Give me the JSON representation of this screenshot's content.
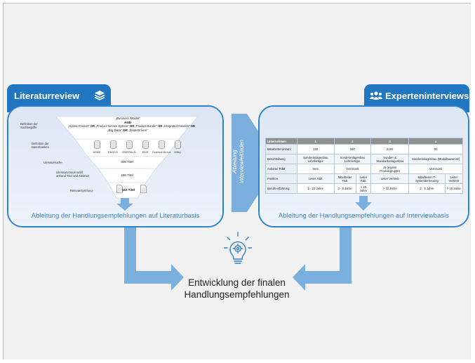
{
  "literature": {
    "tab_label": "Literaturreview",
    "tab_icon": "stack-icon",
    "rows": {
      "definition_search_terms": {
        "label": "Definition der Suchbegriffe",
        "line1": "„Business Model\"",
        "line2": "AND",
        "line3_parts": [
          "„Hybrid Product\"",
          "OR",
          "„Product Service System\"",
          "OR",
          "„Product Bundle\"",
          "OR",
          "„Integrated Solution\"",
          "OR"
        ],
        "line4_parts": [
          "„Big Data\"",
          "OR",
          "„Data-Driven\""
        ]
      },
      "definition_databases": {
        "label": "Definition der Datenbanken",
        "databases": [
          "ASME",
          "EBSCO",
          "EMERALD",
          "IEEE",
          "Science Direct",
          "Wiley"
        ]
      },
      "literature_search": {
        "label": "Literatursuche",
        "value": "508 Titel"
      },
      "preselection": {
        "label": "Literaturvoraus-wahl anhand Titel und Abstract",
        "value": "298 Titel"
      },
      "relevance_check": {
        "label": "Relevanzprüfung",
        "value": "110 Titel"
      }
    },
    "footer": "Ableitung der Handlungsempfehlungen auf Literaturbasis"
  },
  "middle_arrow_label": [
    "Ableitung",
    "Interviewleitfaden"
  ],
  "interviews": {
    "tab_label": "Experteninterviews",
    "tab_icon": "people-icon",
    "table": {
      "header": [
        "Unternehmen",
        "1",
        "2",
        "3",
        "4"
      ],
      "rows": [
        {
          "label": "Mitarbeiter-anzahl",
          "cells": [
            "160",
            "280",
            "2200",
            "60"
          ]
        },
        {
          "label": "Beschreibung",
          "cells": [
            "Sonderanlagenbau Lohnfertiger",
            "Sonderanlagenbau Lohnfertiger",
            "Sonder- & Standardanlagenbau",
            "Sonderanlagenbau (Modulbauweise)"
          ]
        },
        {
          "label": "Anbieter PdM",
          "cells": [
            "Nein",
            "Vereinzelt",
            "Ja (eigene Produktgruppe)",
            "Vereinzelt"
          ]
        },
        {
          "label": "Position",
          "cells": [
            "Leiter F&E",
            "Mitarbeiter F&E",
            "Leiter F&E",
            "Leiter Vertrieb",
            "Mitarbeiter IT-Systembetreuung",
            "Leiter Vertrieb"
          ]
        },
        {
          "label": "Berufs-erfahrung",
          "cells": [
            "5 - 10 Jahre",
            "2 - 5 Jahre",
            "> 15 Jahre",
            "> 10 Jahre",
            "2 - 5 Jahre",
            "> 15 Jahre"
          ]
        }
      ]
    },
    "footer": "Ableitung der Handlungsempfehlungen auf Interviewbasis"
  },
  "final": {
    "icon": "lightbulb-gear-icon",
    "line1": "Entwicklung der finalen",
    "line2": "Handlungsempfehlungen"
  },
  "colors": {
    "accent": "#2176c2",
    "arrow": "#7bb0de",
    "panel_border": "#2d83cf",
    "table_header": "#8f8f8f"
  }
}
